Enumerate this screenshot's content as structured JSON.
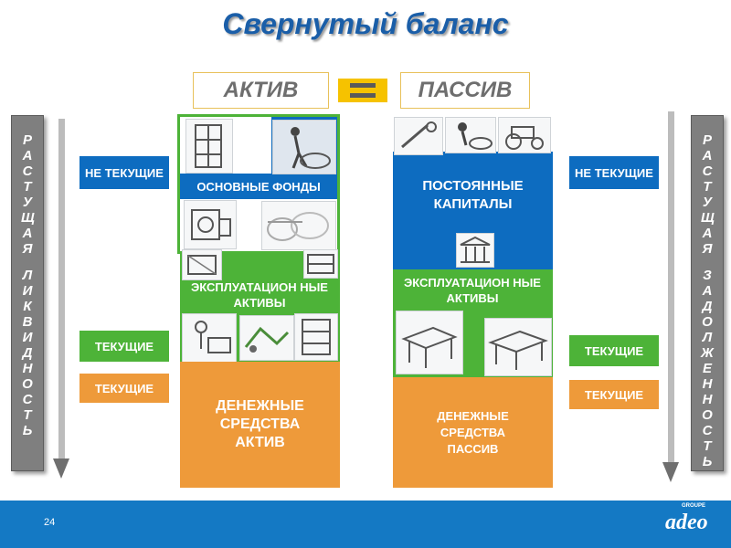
{
  "title": "Свернутый баланс",
  "headers": {
    "left": "АКТИВ",
    "right": "ПАССИВ"
  },
  "left_bar": {
    "line1": "РАСТУЩАЯ",
    "line2": "ЛИКВИДНОСТЬ"
  },
  "right_bar": {
    "line1": "РАСТУЩАЯ",
    "line2": "ЗАДОЛЖЕННОСТЬ"
  },
  "left_tags": {
    "non_current": "НЕ ТЕКУЩИЕ",
    "current_green": "ТЕКУЩИЕ",
    "current_orange": "ТЕКУЩИЕ"
  },
  "right_tags": {
    "non_current": "НЕ ТЕКУЩИЕ",
    "current_green": "ТЕКУЩИЕ",
    "current_orange": "ТЕКУЩИЕ"
  },
  "asset_blocks": {
    "fixed_assets": "ОСНОВНЫЕ ФОНДЫ",
    "operating_assets": "ЭКСПЛУАТАЦИОН НЫЕ АКТИВЫ",
    "cash": "ДЕНЕЖНЫЕ СРЕДСТВА АКТИВ"
  },
  "liability_blocks": {
    "permanent_capital": "ПОСТОЯННЫЕ КАПИТАЛЫ",
    "operating_assets": "ЭКСПЛУАТАЦИОН НЫЕ АКТИВЫ",
    "cash": "ДЕНЕЖНЫЕ СРЕДСТВА ПАССИВ"
  },
  "colors": {
    "blue": "#0d6cc0",
    "green": "#4db338",
    "orange": "#ee9a3a",
    "gray": "#7f7f7f",
    "footer": "#1479c4"
  },
  "footer": {
    "page_number": "24",
    "logo_small": "GROUPE",
    "logo_main": "adeo"
  }
}
